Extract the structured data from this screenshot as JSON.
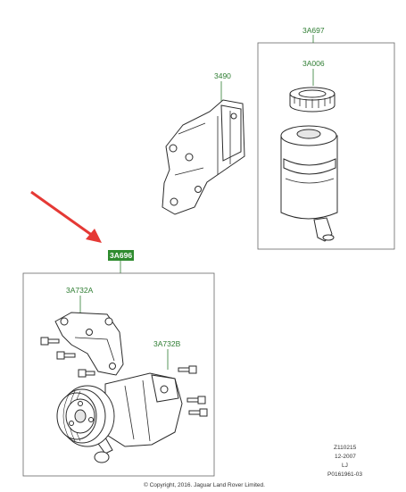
{
  "callouts": {
    "reservoir_kit": "3A697",
    "cap": "3A006",
    "bracket": "3490",
    "pump_assembly": "3A696",
    "pump_bracket": "3A732A",
    "pump_body": "3A732B"
  },
  "meta": {
    "ref_code": "Z110215",
    "date": "12-2007",
    "initials": "LJ",
    "drawing_id": "P0161961-03",
    "copyright": "© Copyright, 2016. Jaguar Land Rover Limited."
  },
  "colors": {
    "callout_green": "#2e7d32",
    "highlight_green": "#2e8b2e",
    "arrow_red": "#e53935"
  }
}
